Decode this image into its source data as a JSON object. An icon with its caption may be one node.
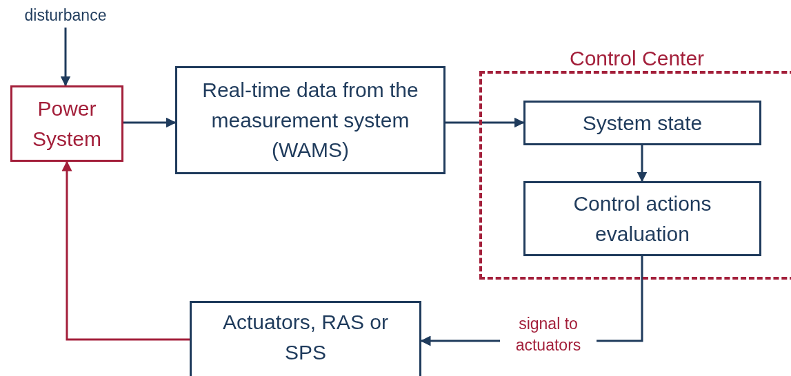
{
  "diagram": {
    "nodes": [
      {
        "text": [
          "disturbance"
        ]
      },
      {
        "text": [
          "Power System"
        ]
      },
      {
        "text": [
          "Real-time data from the measurement system (WAMS)"
        ]
      },
      {
        "text": [
          "Control Center"
        ]
      },
      {
        "text": [
          "System state"
        ],
        "in": 3
      },
      {
        "text": [
          "Control actions evaluation"
        ],
        "in": 3
      },
      {
        "text": [
          "Actuators, RAS or SPS"
        ]
      }
    ],
    "edges": [
      {
        "from": 0,
        "to": 1,
        "arrow": "to"
      },
      {
        "from": 1,
        "to": 2,
        "arrow": "to"
      },
      {
        "from": 2,
        "to": 4,
        "arrow": "to"
      },
      {
        "from": 4,
        "to": 5,
        "arrow": "to"
      },
      {
        "from": 5,
        "to": 6,
        "arrow": "to",
        "label": "signal to actuators"
      },
      {
        "from": 6,
        "to": 1,
        "arrow": "to",
        "color": "#a31f3a"
      }
    ]
  }
}
